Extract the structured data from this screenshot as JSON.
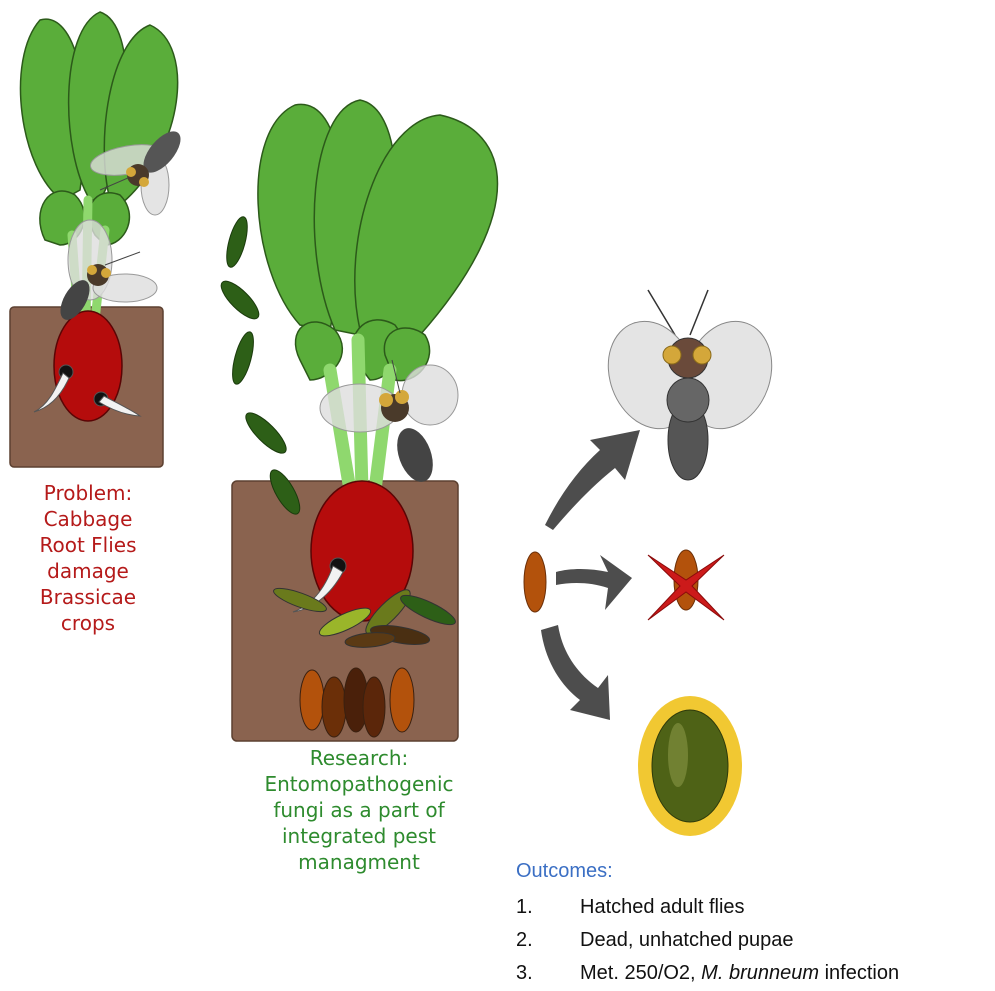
{
  "problem": {
    "heading": "Problem:",
    "lines": [
      "Cabbage",
      "Root Flies",
      "damage",
      "Brassicae",
      "crops"
    ]
  },
  "research": {
    "heading": "Research:",
    "lines": [
      "Entomopathogenic",
      "fungi as a part of",
      "integrated pest",
      "managment"
    ]
  },
  "outcomes": {
    "heading": "Outcomes:",
    "items": [
      {
        "num": "1.",
        "text": "Hatched adult flies"
      },
      {
        "num": "2.",
        "text": "Dead, unhatched pupae"
      },
      {
        "num": "3.",
        "text_before": "Met. 250/O2, ",
        "text_italic": "M. brunneum",
        "text_after": " infection"
      }
    ]
  },
  "colors": {
    "leaf": "#5aad3a",
    "stem": "#8fd86e",
    "soil": "#8a634f",
    "root": "#b50c0c",
    "spore": "#2d5f17",
    "pupa": "#b3520c",
    "arrow": "#4d4d4d",
    "infected_fill": "#4e6216",
    "infected_ring": "#f1c832",
    "cross": "#cc1a1a"
  }
}
